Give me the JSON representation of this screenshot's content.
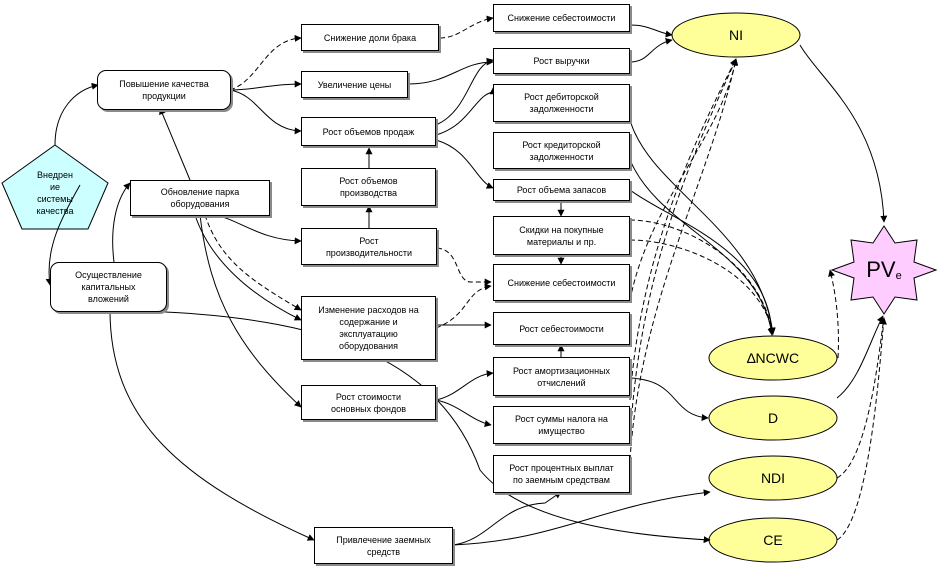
{
  "nodes": {
    "vnedrenie": "Внедрен\nие\nсистемы\nкачества",
    "povyshenie": "Повышение качества\nпродукции",
    "obnovlenie": "Обновление парка\nоборудования",
    "osushchestvlenie": "Осуществление\nкапитальных\nвложений",
    "snizhenie_brak": "Снижение доли брака",
    "uvelichenie_ceny": "Увеличение цены",
    "rost_obemov_prodazh": "Рост объемов продаж",
    "rost_obemov_proizv": "Рост объемов\nпроизводства",
    "rost_proizvodit": "Рост\nпроизводительности",
    "izmenenie_rashodov": "Изменение расходов на\nсодержание и\nэксплуатацию\nоборудования",
    "rost_stoimosti_of": "Рост стоимости\nосновных фондов",
    "privlechenie": "Привлечение заемных\nсредств",
    "snizhenie_sebest_1": "Снижение себестоимости",
    "rost_vyruchki": "Рост выручки",
    "rost_debitor": "Рост дебиторской\nзадолженности",
    "rost_kreditor": "Рост кредиторской\nзадолженности",
    "rost_zapasov": "Рост объема запасов",
    "skidki": "Скидки на покупные\nматериалы и пр.",
    "snizhenie_sebest_2": "Снижение себестоимости",
    "rost_sebest": "Рост себестоимости",
    "rost_amort": "Рост амортизационных\nотчислений",
    "rost_nalog": "Рост суммы налога на\nимущество",
    "rost_procent": "Рост процентных выплат\nпо заемным средствам",
    "NI": "NI",
    "dNCWC": "∆NCWC",
    "D": "D",
    "NDI": "NDI",
    "CE": "CE",
    "PV": "PV",
    "PV_sub": "e"
  },
  "colors": {
    "ellipse_fill": "#ffff99",
    "pentagon_fill": "#ccffff",
    "star_fill": "#ffccff",
    "line": "#000000"
  }
}
